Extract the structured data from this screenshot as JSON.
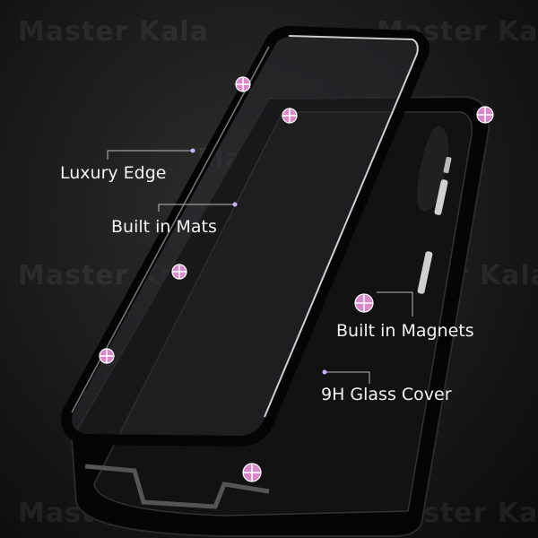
{
  "watermark": "Master Kala",
  "labels": {
    "luxury_edge": "Luxury Edge",
    "built_in_mats": "Built in Mats",
    "built_in_magnets": "Built in Magnets",
    "glass_cover": "9H Glass Cover"
  },
  "colors": {
    "background": "#1a1a1a",
    "marker": "#d88ac8",
    "frame": "#0a0a0a",
    "edge_highlight": "#cfcfcf"
  }
}
